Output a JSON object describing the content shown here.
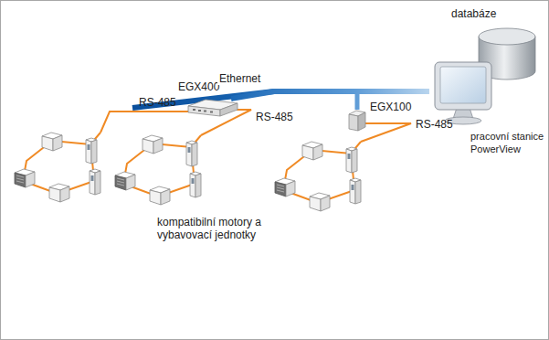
{
  "diagram": {
    "nodes": [
      {
        "text": [
          "databáze"
        ]
      },
      {
        "text": [
          "pracovní stanice PowerView"
        ]
      },
      {
        "text": [
          "EGX400"
        ]
      },
      {
        "text": [
          "EGX100"
        ]
      }
    ],
    "edges": [
      {
        "from": 2,
        "to": 1,
        "arrow": "none",
        "label": "Ethernet"
      },
      {
        "from": 3,
        "to": 1,
        "arrow": "none"
      }
    ],
    "labels": [
      "RS-485",
      "RS-485",
      "RS-485",
      "kompatibilní motory a vybavovací jednotky"
    ]
  }
}
